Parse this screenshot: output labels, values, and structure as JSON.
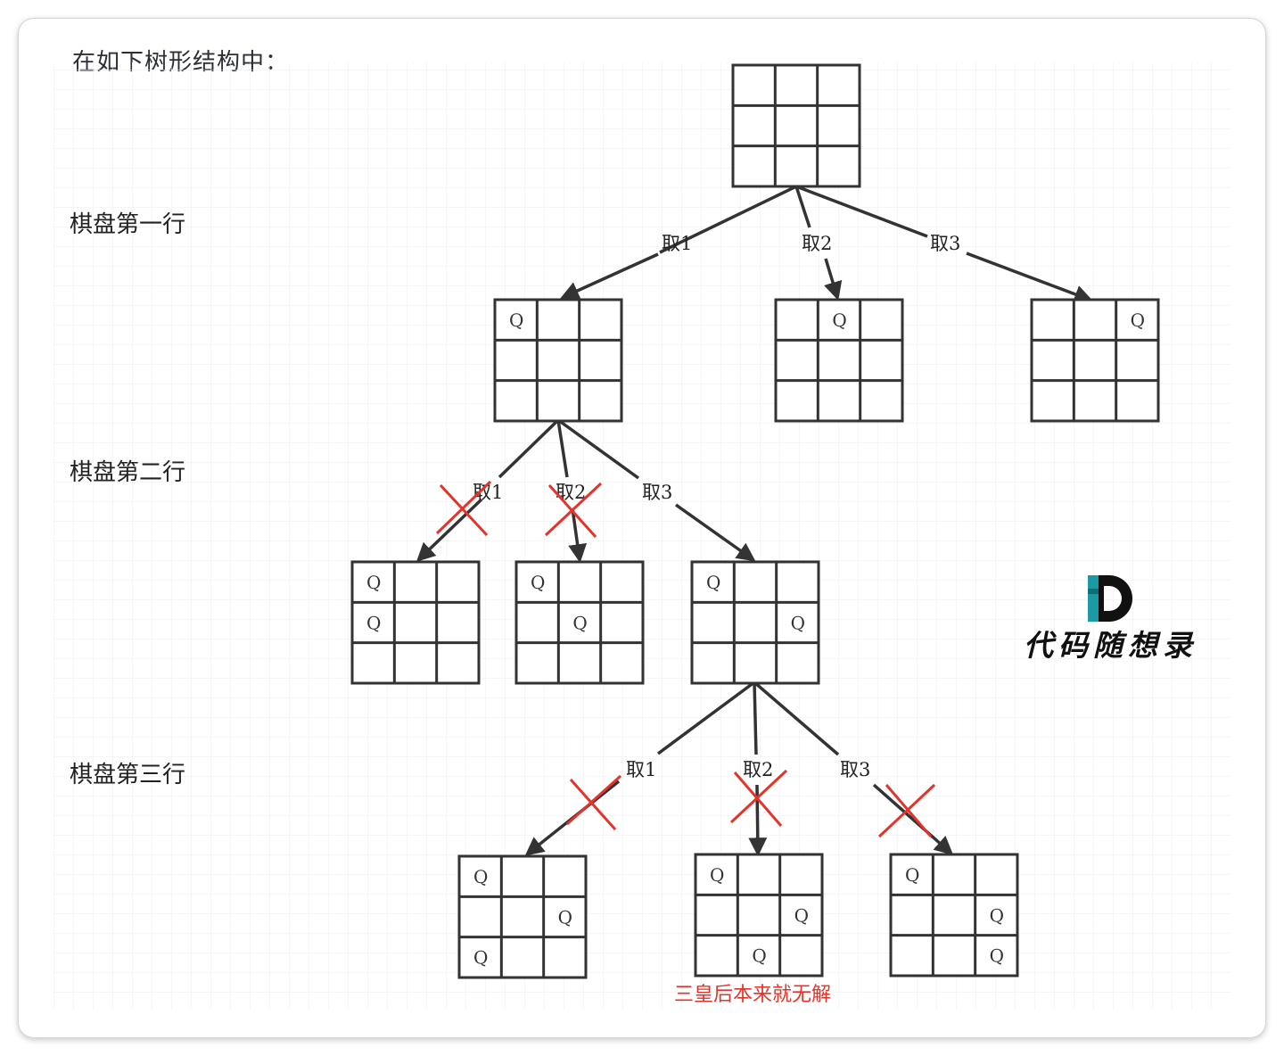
{
  "intro": "在如下树形结构中：",
  "row_labels": [
    "棋盘第一行",
    "棋盘第二行",
    "棋盘第三行"
  ],
  "edge_labels": {
    "level1": [
      "取1",
      "取2",
      "取3"
    ],
    "level2": [
      "取1",
      "取2",
      "取3"
    ],
    "level3": [
      "取1",
      "取2",
      "取3"
    ]
  },
  "queen_mark": "Q",
  "note": "三皇后本来就无解",
  "logo": {
    "text": "代码随想录",
    "letter": "D"
  },
  "colors": {
    "line": "#333333",
    "cross": "#e5332a",
    "grid": "#e8e8e8",
    "logo_teal": "#1c9aa3"
  },
  "boards": [
    {
      "id": "root",
      "queens": []
    },
    {
      "id": "r1c1",
      "queens": [
        [
          0,
          0
        ]
      ]
    },
    {
      "id": "r1c2",
      "queens": [
        [
          0,
          1
        ]
      ]
    },
    {
      "id": "r1c3",
      "queens": [
        [
          0,
          2
        ]
      ]
    },
    {
      "id": "r2c1",
      "queens": [
        [
          0,
          0
        ],
        [
          1,
          0
        ]
      ]
    },
    {
      "id": "r2c2",
      "queens": [
        [
          0,
          0
        ],
        [
          1,
          1
        ]
      ]
    },
    {
      "id": "r2c3",
      "queens": [
        [
          0,
          0
        ],
        [
          1,
          2
        ]
      ]
    },
    {
      "id": "r3c1",
      "queens": [
        [
          0,
          0
        ],
        [
          1,
          2
        ],
        [
          2,
          0
        ]
      ]
    },
    {
      "id": "r3c2",
      "queens": [
        [
          0,
          0
        ],
        [
          1,
          2
        ],
        [
          2,
          1
        ]
      ]
    },
    {
      "id": "r3c3",
      "queens": [
        [
          0,
          0
        ],
        [
          1,
          2
        ],
        [
          2,
          2
        ]
      ]
    }
  ]
}
